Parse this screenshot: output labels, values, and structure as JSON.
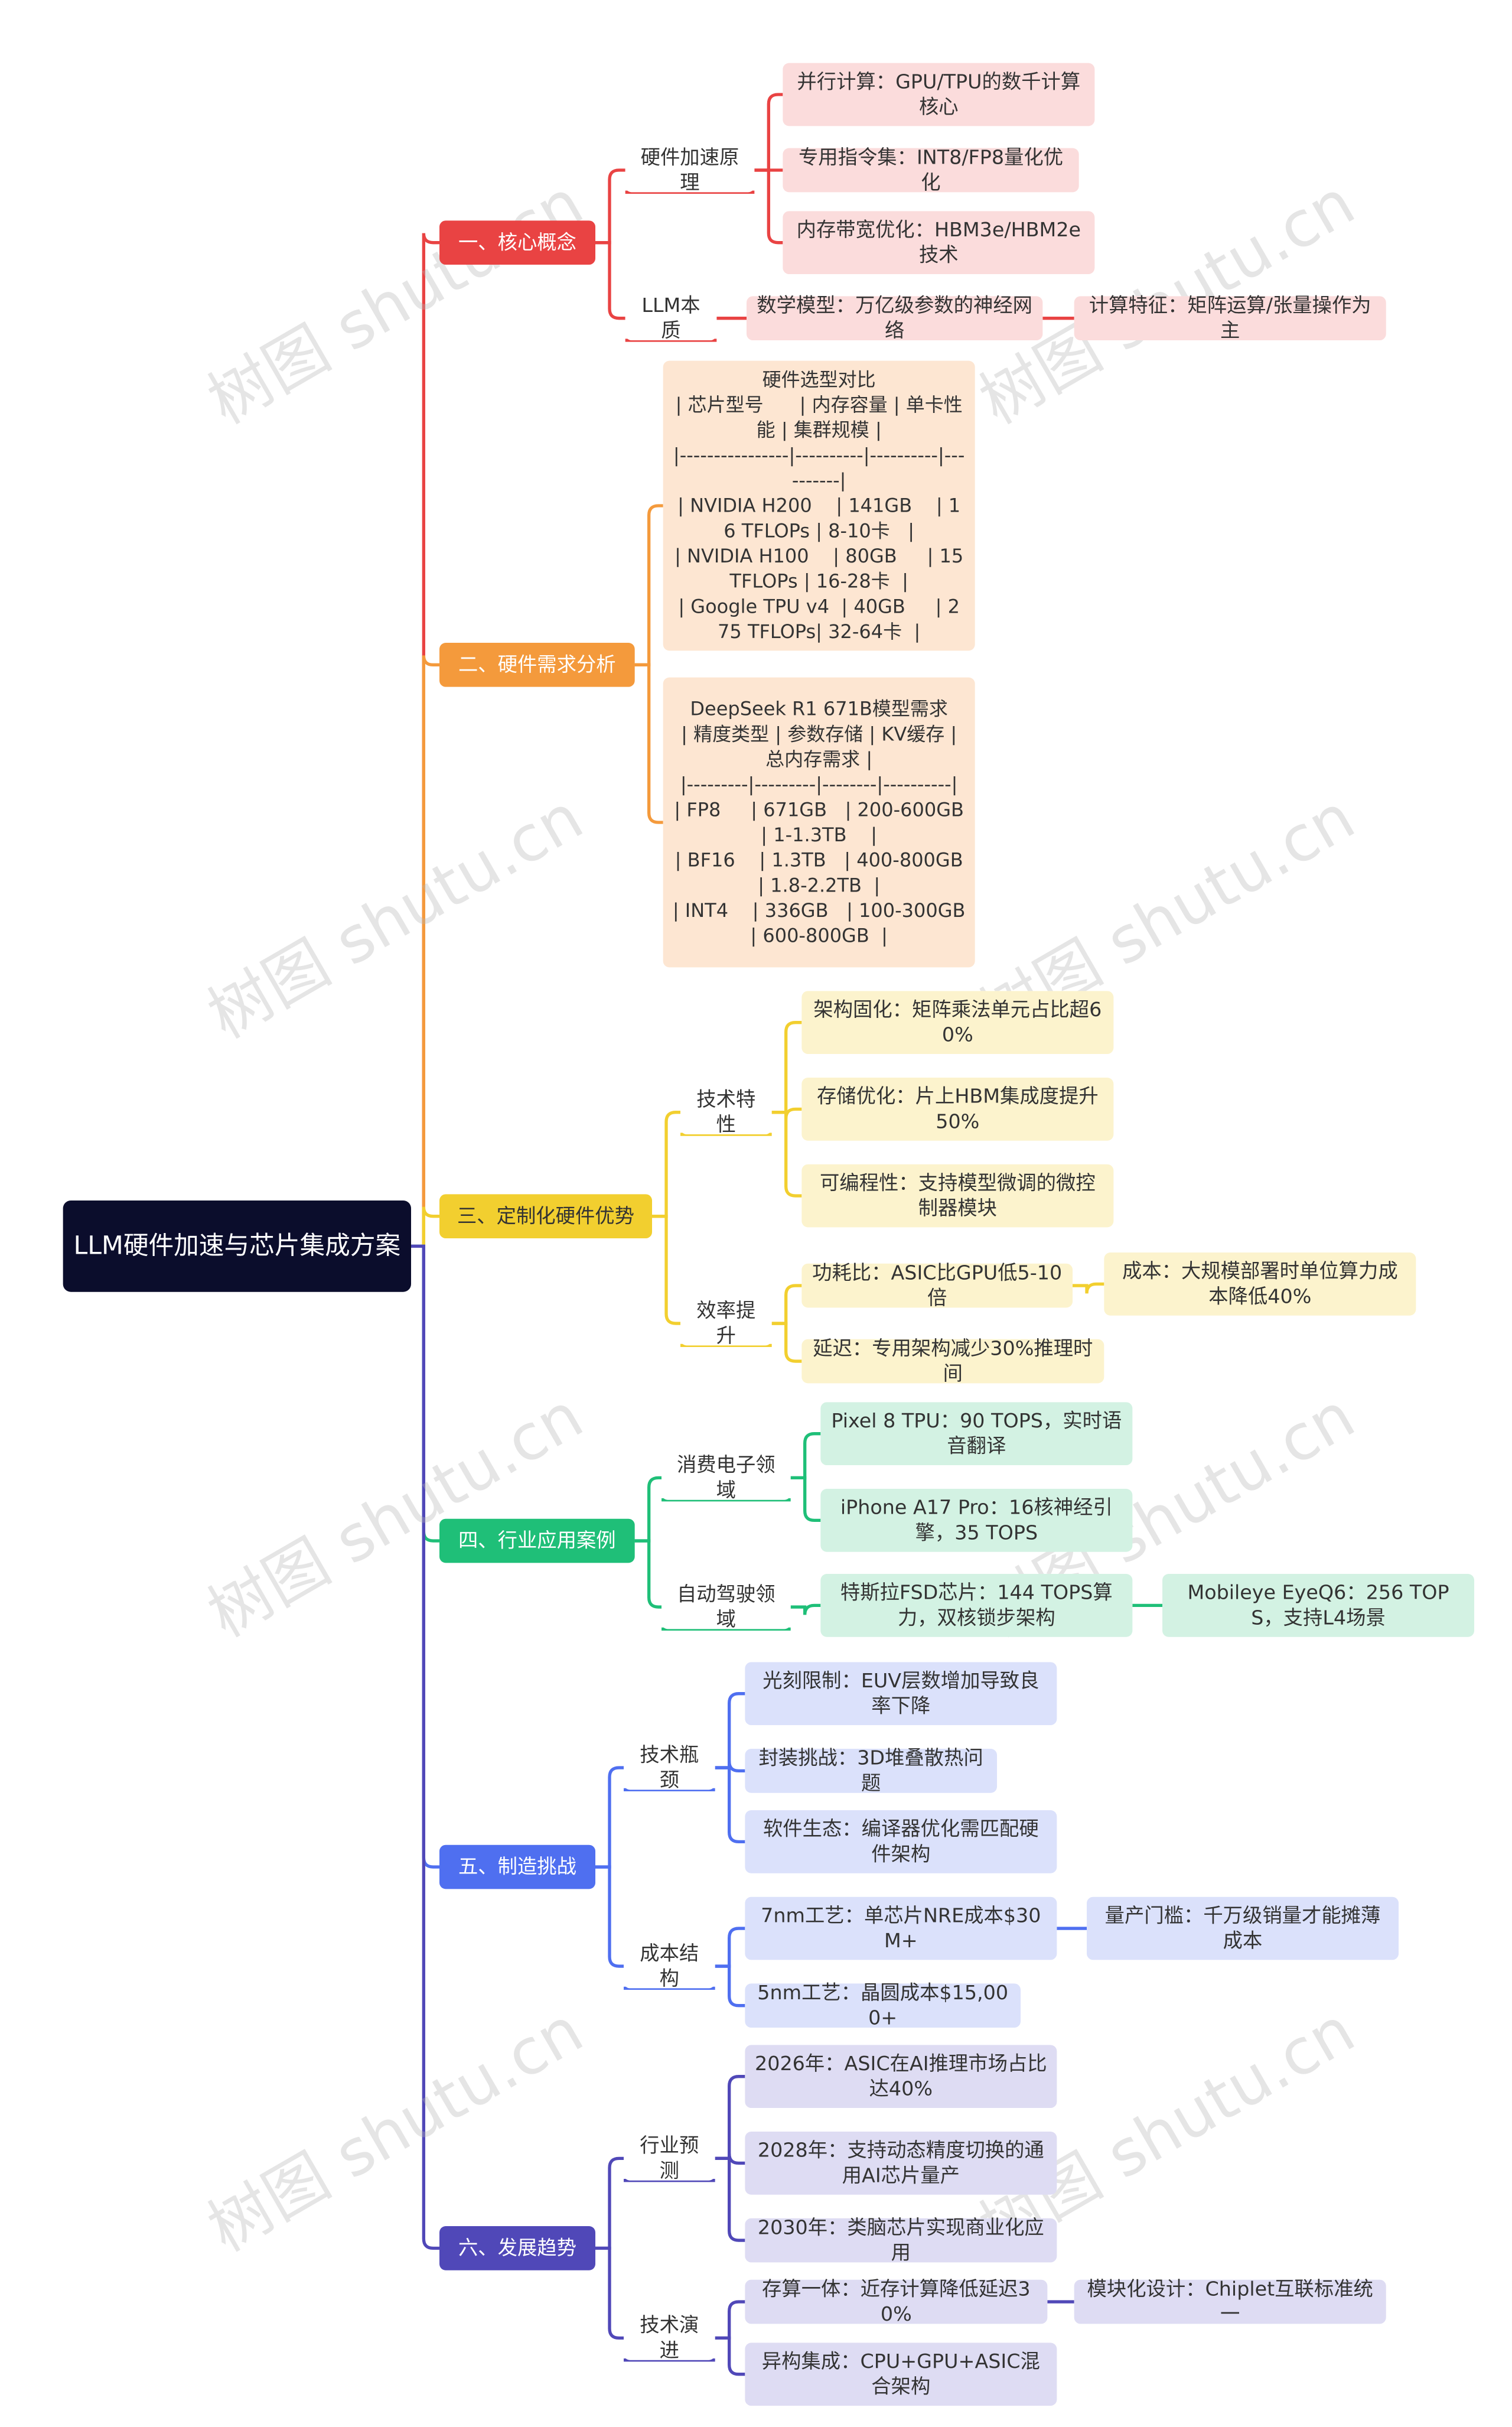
{
  "root": "LLM硬件加速与芯片集成方案",
  "watermark": "树图 shutu.cn",
  "branches": [
    {
      "label": "一、核心概念",
      "color": "#e94343",
      "fill": "#fbdcdc",
      "subs": [
        {
          "label": "硬件加速原理",
          "leaves": [
            {
              "text": "并行计算：GPU/TPU的数千计算核心"
            },
            {
              "text": "专用指令集：INT8/FP8量化优化"
            },
            {
              "text": "内存带宽优化：HBM3e/HBM2e技术"
            }
          ]
        },
        {
          "label": "LLM本质",
          "leaves": [
            {
              "text": "数学模型：万亿级参数的神经网络",
              "next": "计算特征：矩阵运算/张量操作为主"
            }
          ]
        }
      ]
    },
    {
      "label": "二、硬件需求分析",
      "color": "#f49a3c",
      "fill": "#fde6d2",
      "leaves": [
        {
          "text": "硬件选型对比\n| 芯片型号      | 内存容量 | 单卡性能 | 集群规模 |\n|----------------|----------|----------|----------|\n| NVIDIA H200    | 141GB    | 16 TFLOPs | 8-10卡   |\n| NVIDIA H100    | 80GB     | 15 TFLOPs | 16-28卡  |\n| Google TPU v4  | 40GB     | 275 TFLOPs| 32-64卡  |"
        },
        {
          "text": "DeepSeek R1 671B模型需求\n| 精度类型 | 参数存储 | KV缓存 | 总内存需求 |\n|---------|---------|--------|----------|\n| FP8     | 671GB   | 200-600GB | 1-1.3TB    |\n| BF16    | 1.3TB   | 400-800GB | 1.8-2.2TB  |\n| INT4    | 336GB   | 100-300GB | 600-800GB  |"
        }
      ]
    },
    {
      "label": "三、定制化硬件优势",
      "color": "#f2cf2f",
      "fill": "#fcf3cd",
      "darktext": true,
      "subs": [
        {
          "label": "技术特性",
          "leaves": [
            {
              "text": "架构固化：矩阵乘法单元占比超60%"
            },
            {
              "text": "存储优化：片上HBM集成度提升50%"
            },
            {
              "text": "可编程性：支持模型微调的微控制器模块"
            }
          ]
        },
        {
          "label": "效率提升",
          "leaves": [
            {
              "text": "功耗比：ASIC比GPU低5-10倍",
              "next": "成本：大规模部署时单位算力成本降低40%"
            },
            {
              "text": "延迟：专用架构减少30%推理时间"
            }
          ]
        }
      ]
    },
    {
      "label": "四、行业应用案例",
      "color": "#1fbf78",
      "fill": "#d3f2e3",
      "subs": [
        {
          "label": "消费电子领域",
          "leaves": [
            {
              "text": "Pixel 8 TPU：90 TOPS，实时语音翻译"
            },
            {
              "text": "iPhone A17 Pro：16核神经引擎，35 TOPS"
            }
          ]
        },
        {
          "label": "自动驾驶领域",
          "leaves": [
            {
              "text": "特斯拉FSD芯片：144 TOPS算力，双核锁步架构",
              "next": "Mobileye EyeQ6：256 TOPS，支持L4场景"
            }
          ]
        }
      ]
    },
    {
      "label": "五、制造挑战",
      "color": "#4f6ff0",
      "fill": "#dbe1fb",
      "subs": [
        {
          "label": "技术瓶颈",
          "leaves": [
            {
              "text": "光刻限制：EUV层数增加导致良率下降"
            },
            {
              "text": "封装挑战：3D堆叠散热问题"
            },
            {
              "text": "软件生态：编译器优化需匹配硬件架构"
            }
          ]
        },
        {
          "label": "成本结构",
          "leaves": [
            {
              "text": "7nm工艺：单芯片NRE成本$30M+",
              "next": "量产门槛：千万级销量才能摊薄成本"
            },
            {
              "text": "5nm工艺：晶圆成本$15,000+"
            }
          ]
        }
      ]
    },
    {
      "label": "六、发展趋势",
      "color": "#5048b8",
      "fill": "#dedcf3",
      "subs": [
        {
          "label": "行业预测",
          "leaves": [
            {
              "text": "2026年：ASIC在AI推理市场占比达40%"
            },
            {
              "text": "2028年：支持动态精度切换的通用AI芯片量产"
            },
            {
              "text": "2030年：类脑芯片实现商业化应用"
            }
          ]
        },
        {
          "label": "技术演进",
          "leaves": [
            {
              "text": "存算一体：近存计算降低延迟30%",
              "next": "模块化设计：Chiplet互联标准统一"
            },
            {
              "text": "异构集成：CPU+GPU+ASIC混合架构"
            }
          ]
        }
      ]
    }
  ]
}
